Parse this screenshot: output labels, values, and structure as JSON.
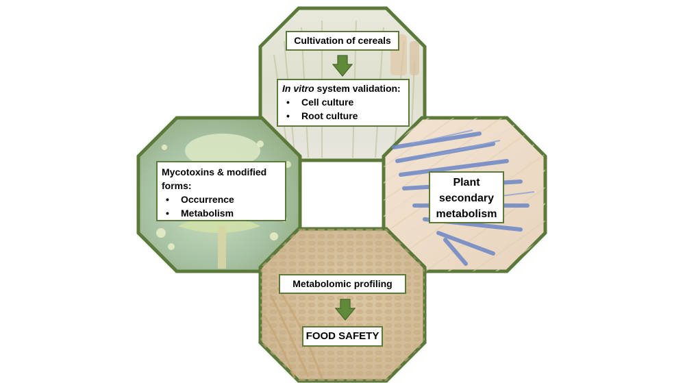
{
  "top": {
    "title": "Cultivation  of cereals",
    "validation": {
      "italic": "In vitro",
      "rest": " system validation:",
      "items": [
        "Cell culture",
        "Root culture"
      ]
    }
  },
  "left": {
    "title_line1": "Mycotoxins & modified",
    "title_line2": "forms:",
    "items": [
      "Occurrence",
      "Metabolism"
    ]
  },
  "right": {
    "line1": "Plant",
    "line2": "secondary",
    "line3": "metabolism"
  },
  "bottom": {
    "title": "Metabolomic profiling",
    "result": "FOOD SAFETY"
  },
  "colors": {
    "frame": "#5b7a3a",
    "arrow": "#5e8a3a",
    "arrow_edge": "#44662a"
  }
}
